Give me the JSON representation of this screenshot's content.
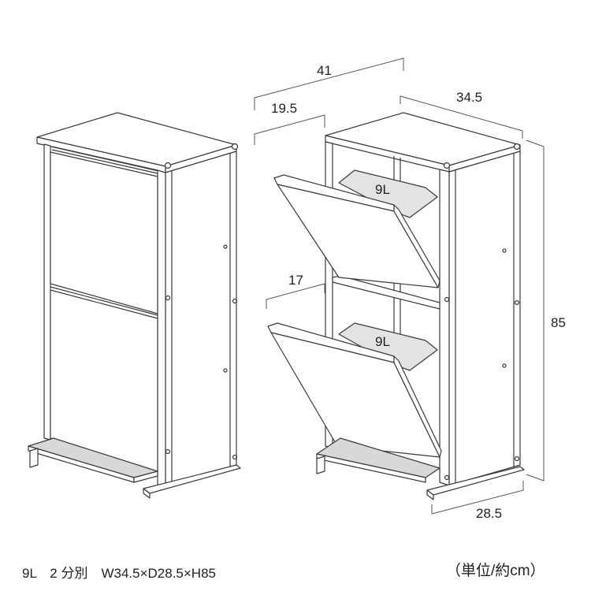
{
  "dimensions": {
    "total_width": "41",
    "door_depth": "19.5",
    "cabinet_width": "34.5",
    "height": "85",
    "door_open_depth": "17",
    "base_depth": "28.5"
  },
  "bins": {
    "upper": "9L",
    "lower": "9L"
  },
  "captions": {
    "spec": "9L　2 分別　W34.5×D28.5×H85",
    "unit": "（単位/約cm）"
  },
  "colors": {
    "line": "#3a3a3a",
    "dim_line": "#555555",
    "fill": "#ffffff",
    "bin_fill": "#e3e3e3",
    "shade": "#d8d8d8"
  }
}
